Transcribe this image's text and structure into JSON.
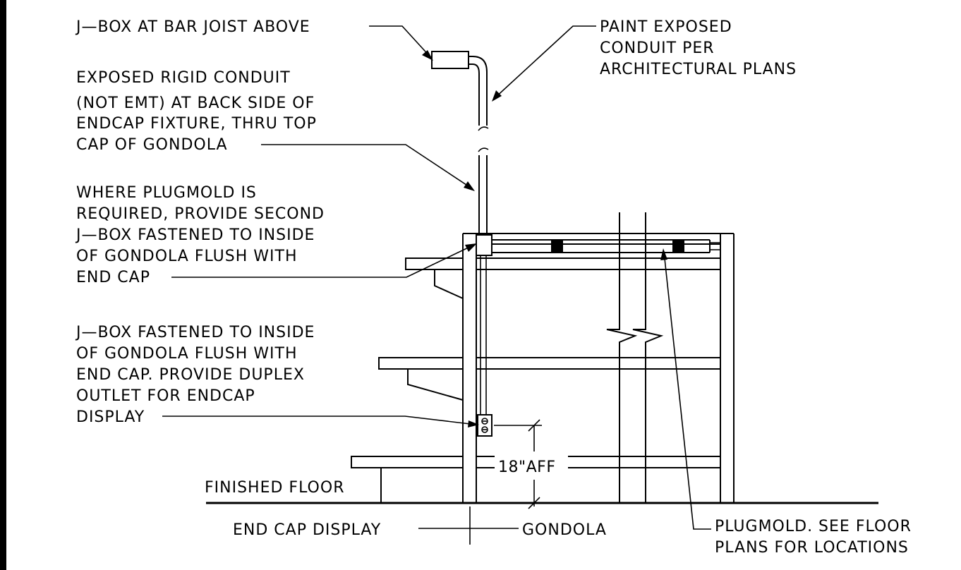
{
  "labels": {
    "jbox_bar_joist": "J—BOX AT BAR JOIST ABOVE",
    "paint_conduit": [
      "PAINT EXPOSED",
      "CONDUIT PER",
      "ARCHITECTURAL PLANS"
    ],
    "rigid_conduit": [
      "EXPOSED RIGID CONDUIT",
      "(NOT EMT) AT BACK SIDE OF",
      "ENDCAP FIXTURE, THRU TOP",
      "CAP OF GONDOLA"
    ],
    "plugmold_required": [
      "WHERE PLUGMOLD IS",
      "REQUIRED, PROVIDE SECOND",
      "J—BOX FASTENED TO INSIDE",
      "OF GONDOLA FLUSH WITH",
      "END CAP"
    ],
    "jbox_fastened": [
      "J—BOX FASTENED TO INSIDE",
      "OF GONDOLA FLUSH WITH",
      "END CAP.  PROVIDE DUPLEX",
      "OUTLET FOR ENDCAP",
      "DISPLAY"
    ],
    "finished_floor": "FINISHED FLOOR",
    "end_cap_display": "END CAP DISPLAY",
    "gondola": "GONDOLA",
    "plugmold_see": [
      "PLUGMOLD. SEE FLOOR",
      "PLANS FOR LOCATIONS"
    ],
    "dimension": "18\"AFF"
  }
}
